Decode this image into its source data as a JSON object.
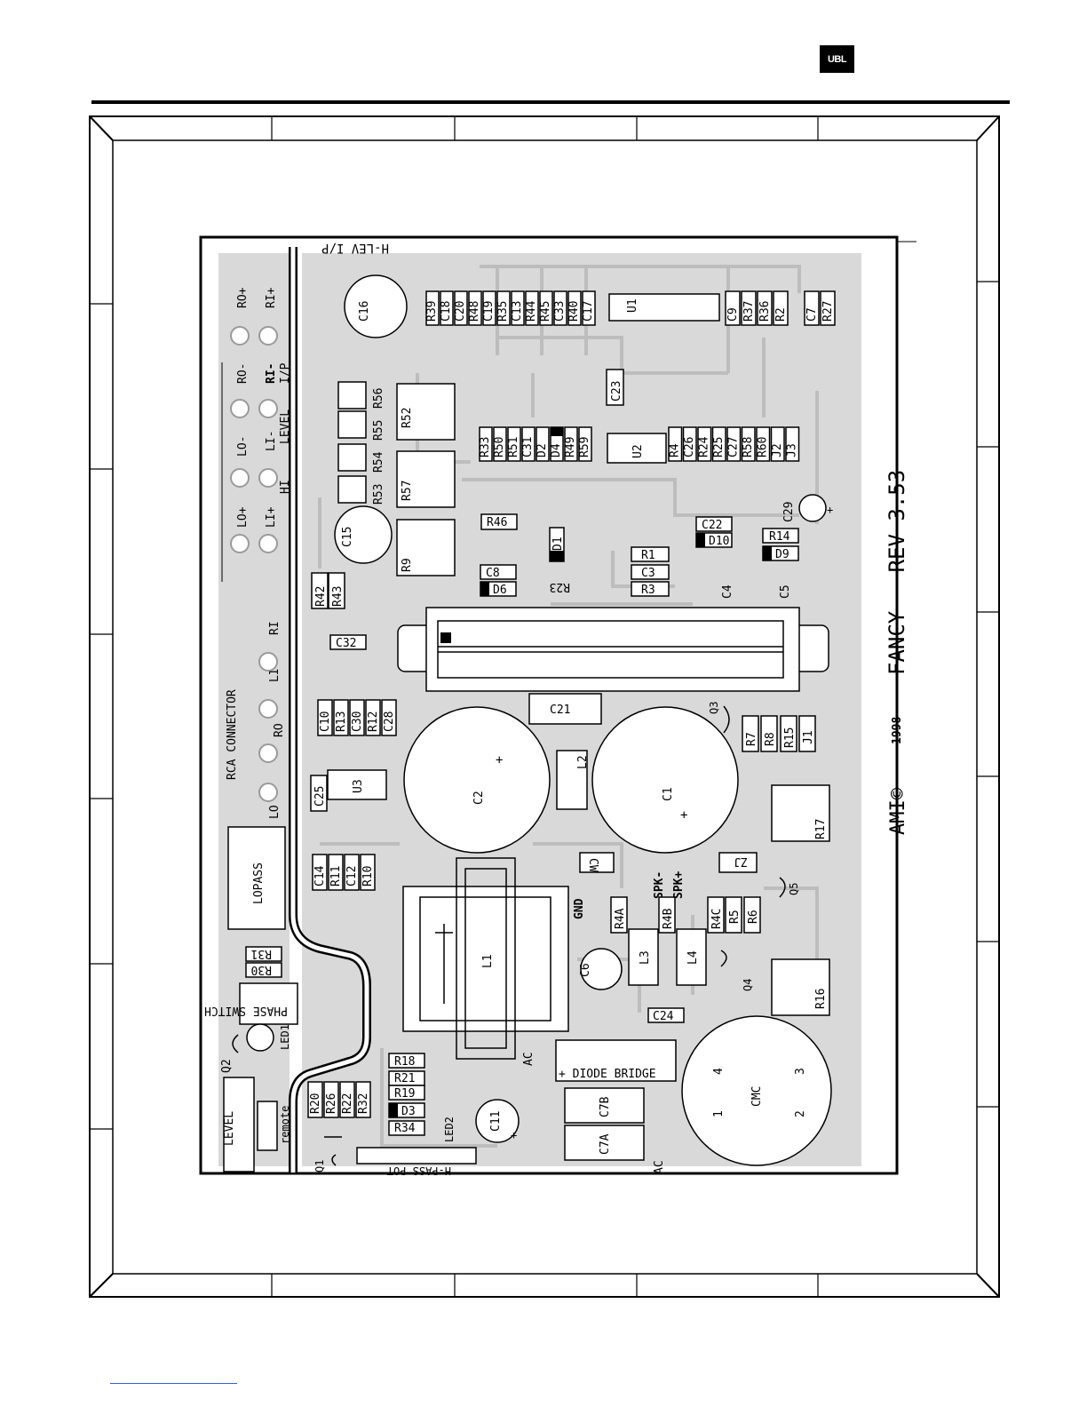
{
  "brand": {
    "logo_text": "UBL"
  },
  "board": {
    "header_label": "H-LEV I/P",
    "rev_text": "FANCY   REV 3.53",
    "copyright_text": "AMI©",
    "year": "1998",
    "connectors": {
      "ro_plus": "RO+",
      "ri_plus": "RI+",
      "ro_minus": "RO-",
      "ri_minus": "RI-",
      "io": "I/P",
      "lo_minus": "LO-",
      "li_minus": "LI-",
      "level_label": "LEVEL",
      "lo_plus": "LO+",
      "li_plus": "LI+",
      "hi": "HI",
      "ri": "RI",
      "li": "LI",
      "ro": "RO",
      "lo": "LO",
      "rca_connector": "RCA CONNECTOR",
      "lopass": "LOPASS",
      "phase_switch": "PHASE SWITCH",
      "led1": "LED1",
      "level_bottom": "LEVEL",
      "remote": "remote",
      "q2": "Q2",
      "q1": "Q1",
      "hpass_pot": "H-PASS POT",
      "led2": "LED2",
      "gnd": "GND",
      "spk_minus": "SPK-",
      "spk_plus": "SPK+",
      "ac_top": "AC",
      "ac_bottom": "AC",
      "diode_bridge": "+ DIODE BRIDGE",
      "cmc": "CMC",
      "cmc_pin1": "1",
      "cmc_pin2": "2",
      "cmc_pin3": "3",
      "cmc_pin4": "4"
    },
    "u1_strip": [
      "R39",
      "C18",
      "C20",
      "R48",
      "C19",
      "R35",
      "C13",
      "R44",
      "R45",
      "C33",
      "R40",
      "C17"
    ],
    "u1_right": [
      "C9",
      "R37",
      "R36",
      "R2"
    ],
    "u1_far": [
      "C7",
      "R27"
    ],
    "u2_left": [
      "R33",
      "R50",
      "R51",
      "C31",
      "D2",
      "D4",
      "R49",
      "R59"
    ],
    "u2_right": [
      "R4",
      "C26",
      "R24",
      "R25",
      "C27",
      "R58",
      "R60",
      "J2",
      "J3"
    ],
    "chips": {
      "u1": "U1",
      "u2": "U2",
      "u3": "U3"
    },
    "parts": {
      "c16": "C16",
      "c15": "C15",
      "c23": "C23",
      "c29": "C29",
      "c22": "C22",
      "d10": "D10",
      "r14": "R14",
      "d9": "D9",
      "r52": "R52",
      "r57": "R57",
      "r9": "R9",
      "r56": "R56",
      "r55": "R55",
      "r54": "R54",
      "r53": "R53",
      "r46": "R46",
      "d1": "D1",
      "r1": "R1",
      "c3": "C3",
      "r3": "R3",
      "c4": "C4",
      "c5": "C5",
      "c8": "C8",
      "d6": "D6",
      "r23": "R23",
      "r42": "R42",
      "r43": "R43",
      "c32": "C32",
      "c21": "C21",
      "q3": "Q3",
      "r7": "R7",
      "r8": "R8",
      "r15": "R15",
      "j1": "J1",
      "c2": "C2",
      "c1": "C1",
      "l2": "L2",
      "r17": "R17",
      "c25": "C25",
      "cw": "CW",
      "zj": "ZJ",
      "q5": "Q5",
      "r4a": "R4A",
      "r4b": "R4B",
      "r4c": "R4C",
      "r5": "R5",
      "r6": "R6",
      "l1": "L1",
      "c6": "C6",
      "l3": "L3",
      "l4": "L4",
      "q4": "Q4",
      "r16": "R16",
      "c24": "C24",
      "r31": "R31",
      "r30": "R30",
      "r18": "R18",
      "r21": "R21",
      "r19": "R19",
      "d3": "D3",
      "r34": "R34",
      "c11": "C11",
      "c7b": "C7B",
      "c7a": "C7A"
    },
    "column_c10": [
      "C10",
      "R13",
      "C30",
      "R12",
      "C28"
    ],
    "column_c14": [
      "C14",
      "R11",
      "C12",
      "R10"
    ],
    "column_r20": [
      "R20",
      "R26",
      "R22",
      "R32"
    ]
  }
}
